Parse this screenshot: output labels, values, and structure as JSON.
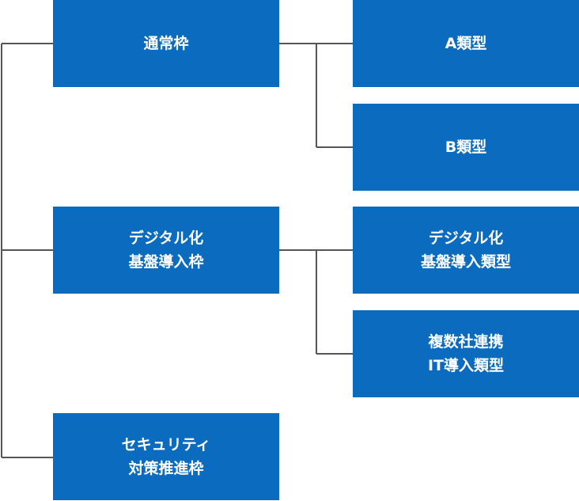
{
  "colors": {
    "box_bg": "#0a6bbf",
    "box_text": "#ffffff",
    "line": "#555555"
  },
  "left_column": [
    {
      "id": "tsujo",
      "lines": [
        "通常枠"
      ]
    },
    {
      "id": "digital",
      "lines": [
        "デジタル化",
        "基盤導入枠"
      ]
    },
    {
      "id": "security",
      "lines": [
        "セキュリティ",
        "対策推進枠"
      ]
    }
  ],
  "right_column": [
    {
      "id": "a",
      "lines": [
        "A類型"
      ]
    },
    {
      "id": "b",
      "lines": [
        "B類型"
      ]
    },
    {
      "id": "digital_type",
      "lines": [
        "デジタル化",
        "基盤導入類型"
      ]
    },
    {
      "id": "fukusu",
      "lines": [
        "複数社連携",
        "IT導入類型"
      ]
    }
  ]
}
